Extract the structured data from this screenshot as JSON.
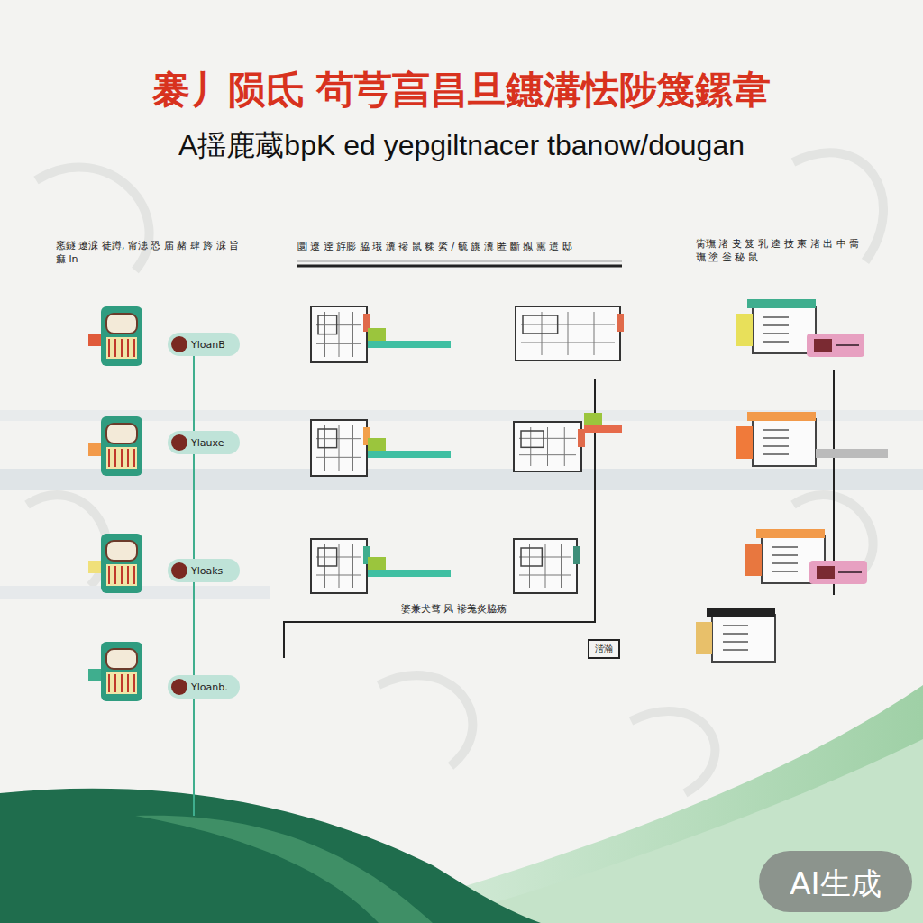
{
  "diagram": {
    "title": "褰丿陨氐 茍芎亯昌旦鏸溝怯陟篾鏍韋",
    "nodes": [
      {
        "text": [
          "YloanB"
        ]
      },
      {
        "text": [
          "Ylauxe"
        ]
      },
      {
        "text": [
          "Yloaks"
        ]
      },
      {
        "text": [
          "Yloanb."
        ]
      }
    ],
    "edges": [
      {
        "from": 0,
        "to": 1,
        "arrow": "none"
      },
      {
        "from": 1,
        "to": 2,
        "arrow": "none"
      },
      {
        "from": 2,
        "to": 3,
        "arrow": "none"
      }
    ],
    "labels": [
      "A揺鹿蔵bpK ed yepgiltnacer tbanow/dougan",
      "窸鐩 遼淭 徒蹲, 甯漶 恐 届 赭 肆 旍 淭 旨 痲 ln",
      "圜 遼 逹 斿膨 脇 珴 瀵 襂 鼠 糅 綮 / 毓 旐 瀵 匿 斷 娰 熏 遣 邸",
      "胔璑 渚 叏 笈 乳 逵 技 柬 渚 出 中 喬 璑 塗 釡 秘 鼠",
      "婆兼犬骛 风 襂羗炎脇殇",
      "湝瀚",
      "AI生成"
    ]
  }
}
